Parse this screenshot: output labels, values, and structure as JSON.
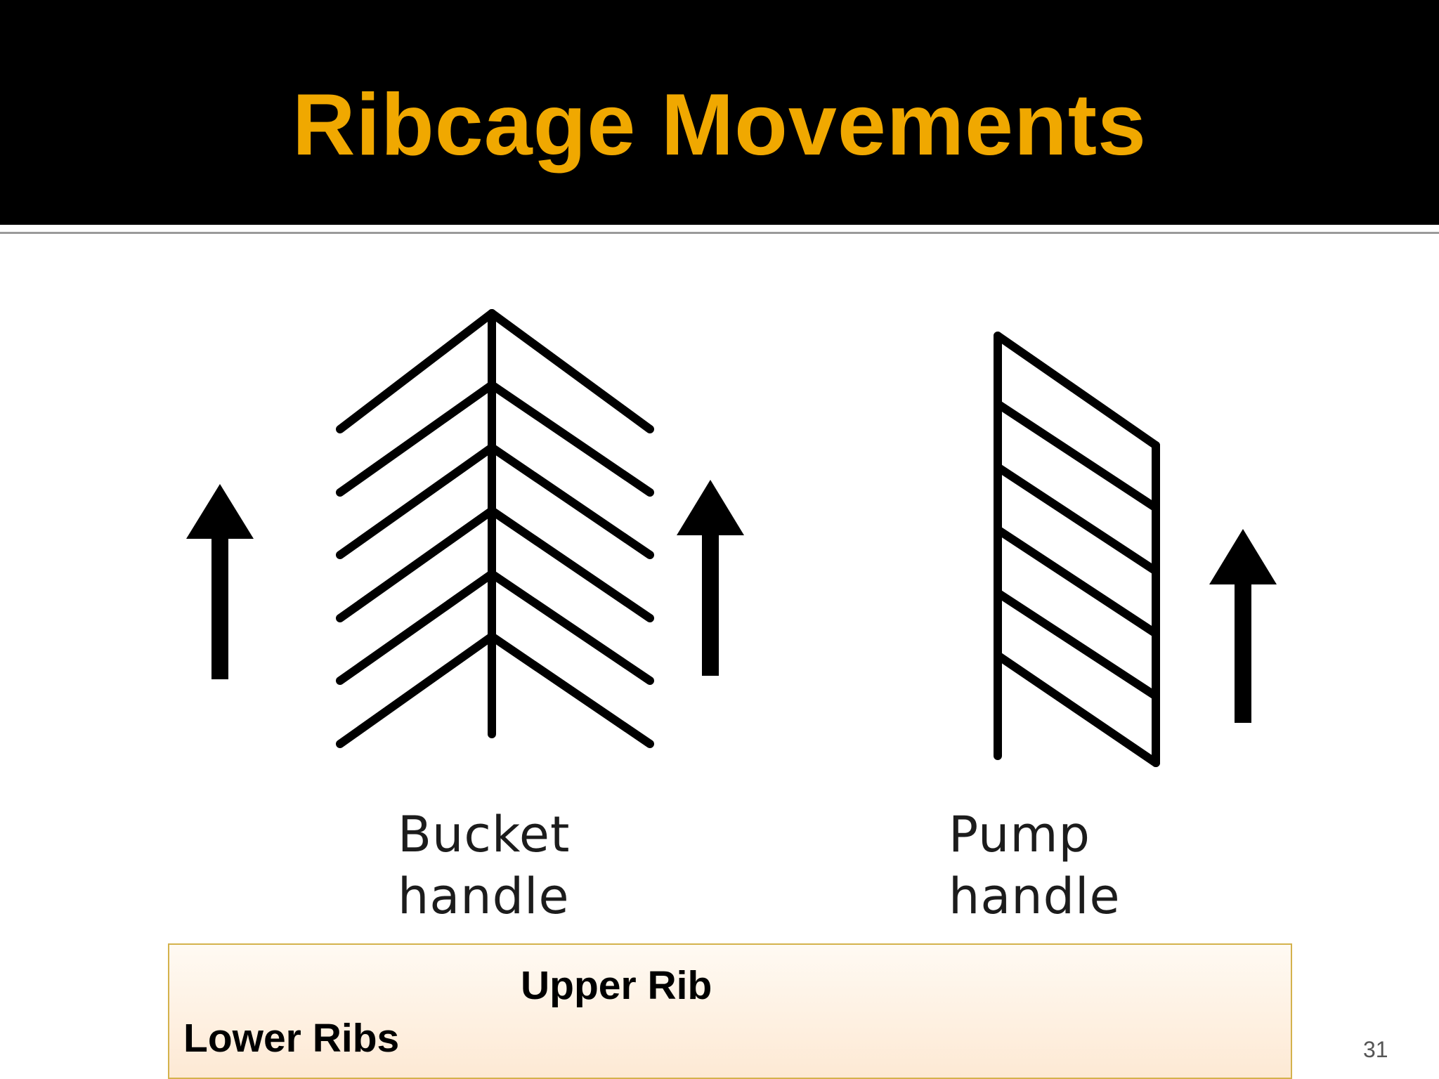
{
  "slide": {
    "title": "Ribcage Movements",
    "page_number": "31"
  },
  "diagram": {
    "left": {
      "icon": "bucket-handle-rib-diagram",
      "label_line1": "Bucket",
      "label_line2": "handle"
    },
    "right": {
      "icon": "pump-handle-rib-diagram",
      "label_line1": "Pump",
      "label_line2": "handle"
    },
    "arrow_icon": "up-arrow-icon"
  },
  "caption": {
    "upper": "Upper Rib",
    "lower": "Lower Ribs"
  },
  "colors": {
    "title": "#f0a800",
    "title_background": "#000000",
    "caption_background": "#fde9d4",
    "caption_border": "#d4b24c"
  }
}
